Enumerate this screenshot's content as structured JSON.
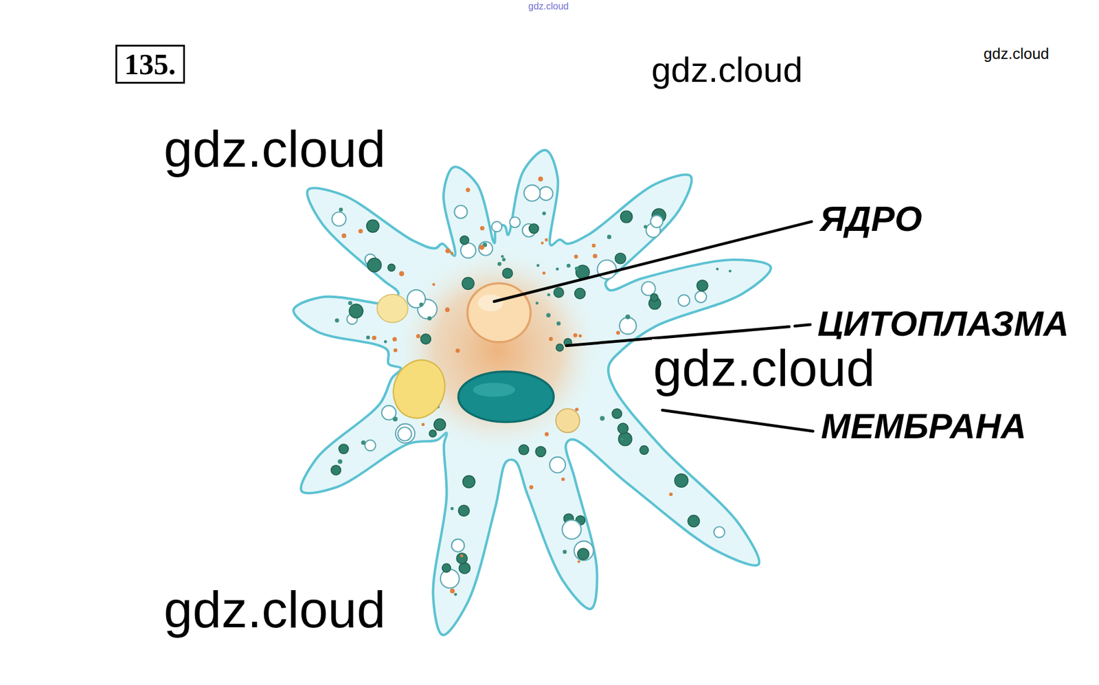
{
  "diagram": {
    "nodes": [
      {
        "text": [
          "135."
        ]
      }
    ],
    "labels": [
      "gdz.cloud",
      "gdz.cloud",
      "gdz.cloud",
      "gdz.cloud",
      "ЯДРО",
      "ЦИТОПЛАЗМА",
      "gdz.cloud",
      "МЕМБРАНА",
      "gdz.cloud"
    ]
  }
}
